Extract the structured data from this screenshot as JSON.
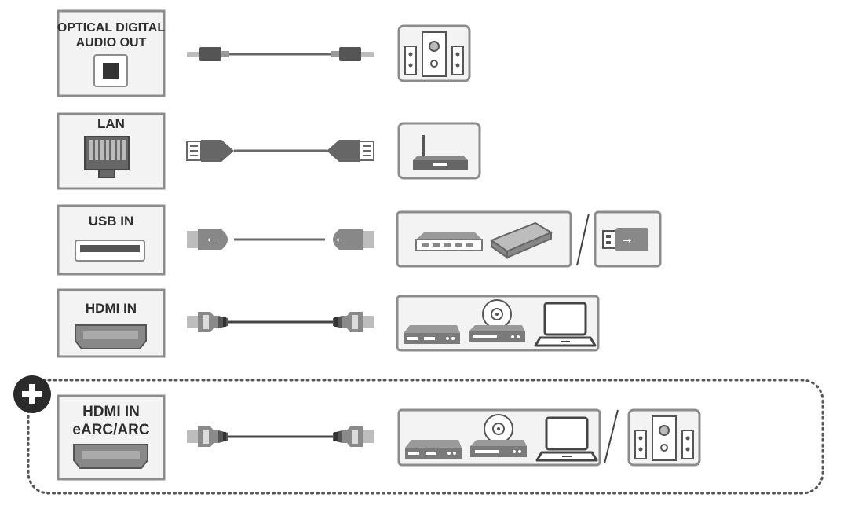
{
  "ports": [
    {
      "id": "optical",
      "lines": [
        "OPTICAL DIGITAL",
        "AUDIO OUT"
      ],
      "connects_to": [
        "sound-bar-speaker-system"
      ]
    },
    {
      "id": "lan",
      "lines": [
        "LAN"
      ],
      "connects_to": [
        "router"
      ]
    },
    {
      "id": "usb",
      "lines": [
        "USB IN"
      ],
      "connects_to": [
        "usb-hub",
        "external-hard-drive",
        "usb-flash-drive"
      ]
    },
    {
      "id": "hdmi",
      "lines": [
        "HDMI IN"
      ],
      "connects_to": [
        "set-top-box",
        "dvd-player",
        "laptop"
      ]
    },
    {
      "id": "earc",
      "lines": [
        "HDMI IN",
        "eARC/ARC"
      ],
      "connects_to": [
        "set-top-box",
        "dvd-player",
        "laptop",
        "sound-bar-speaker-system"
      ]
    }
  ],
  "icons": {
    "optical_cable": "optical-cable-icon",
    "lan_cable": "ethernet-cable-icon",
    "usb_cable": "usb-cable-icon",
    "hdmi_cable": "hdmi-cable-icon",
    "plus_badge": "plus-icon"
  },
  "colors": {
    "frame": "#8c8c8c",
    "panel": "#f3f3f3",
    "dark": "#4a4a4a",
    "mid": "#7a7a7a",
    "light": "#bdbdbd"
  }
}
